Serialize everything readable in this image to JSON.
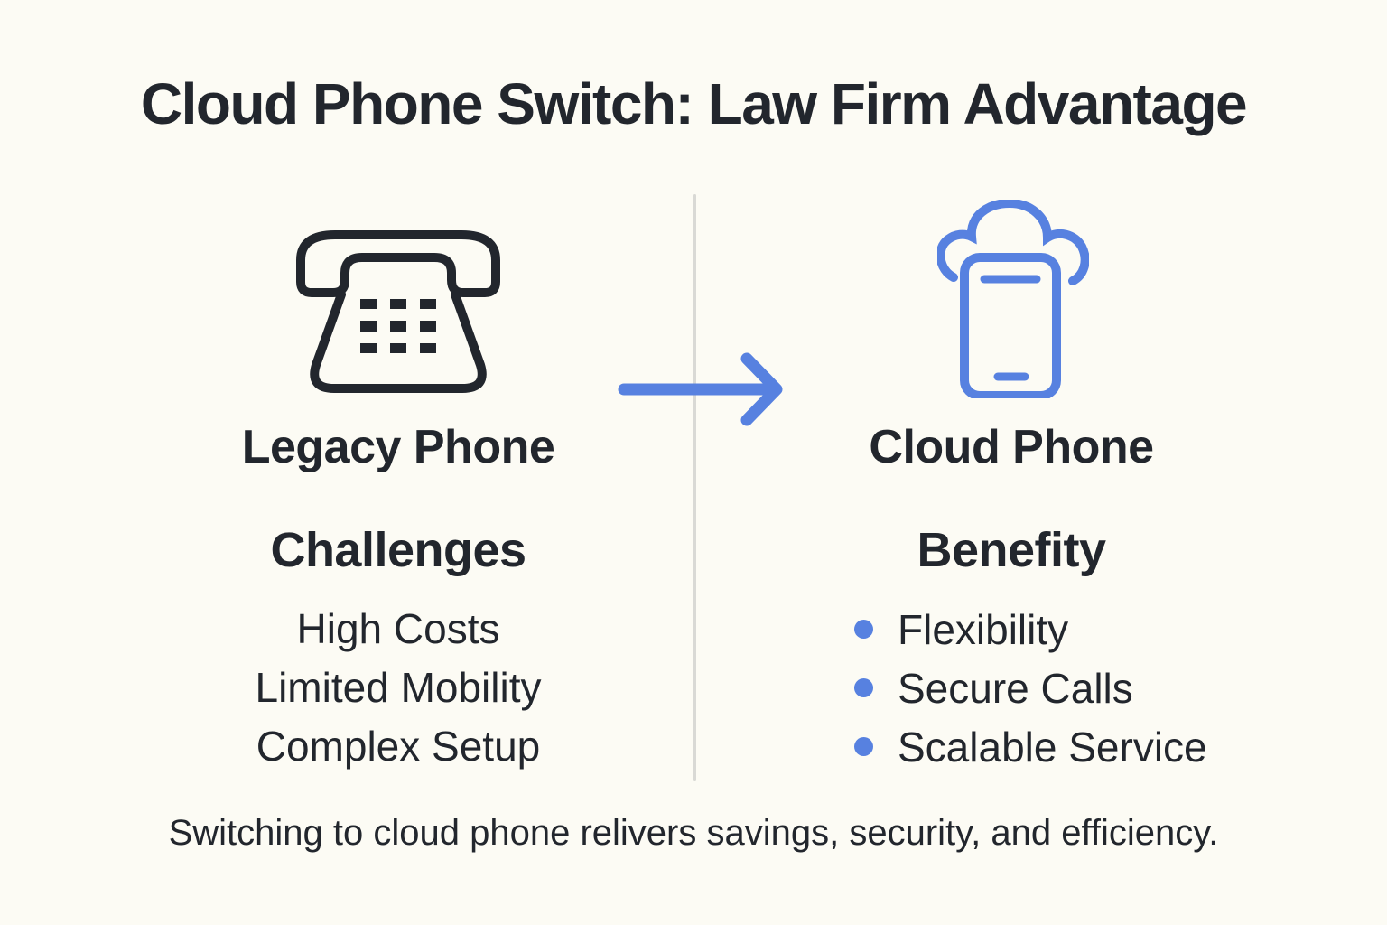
{
  "title": "Cloud Phone Switch: Law Firm Advantage",
  "left_column": {
    "icon": "legacy-telephone-icon",
    "label": "Legacy Phone",
    "heading": "Challenges",
    "items": [
      "High Costs",
      "Limited Mobility",
      "Complex Setup"
    ]
  },
  "right_column": {
    "icon": "cloud-phone-icon",
    "label": "Cloud Phone",
    "heading": "Benefity",
    "items": [
      "Flexibility",
      "Secure Calls",
      "Scalable Service"
    ]
  },
  "arrow": {
    "icon": "right-arrow-icon",
    "direction": "left-to-right"
  },
  "caption": "Switching to cloud phone relivers savings, security, and efficiency.",
  "colors": {
    "background": "#fcfbf4",
    "ink": "#22262d",
    "accent_blue": "#5781e0",
    "divider": "#d9d9d5"
  }
}
